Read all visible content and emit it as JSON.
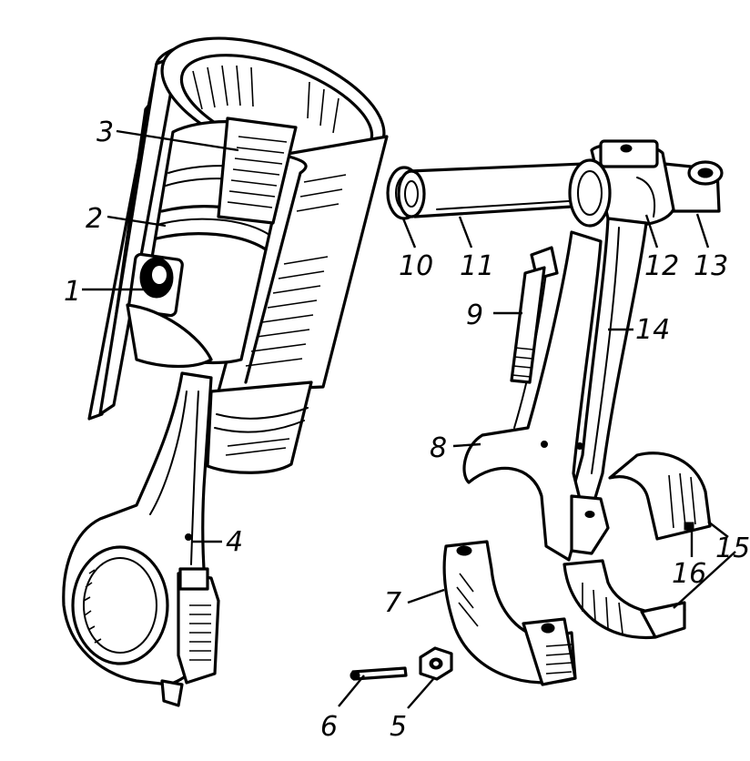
{
  "labels": {
    "l1": "1",
    "l2": "2",
    "l3": "3",
    "l4": "4",
    "l5": "5",
    "l6": "6",
    "l7": "7",
    "l8": "8",
    "l9": "9",
    "l10": "10",
    "l11": "11",
    "l12": "12",
    "l13": "13",
    "l14": "14",
    "l15": "15",
    "l16": "16"
  },
  "colors": {
    "ink": "#000000",
    "paper": "#ffffff"
  }
}
